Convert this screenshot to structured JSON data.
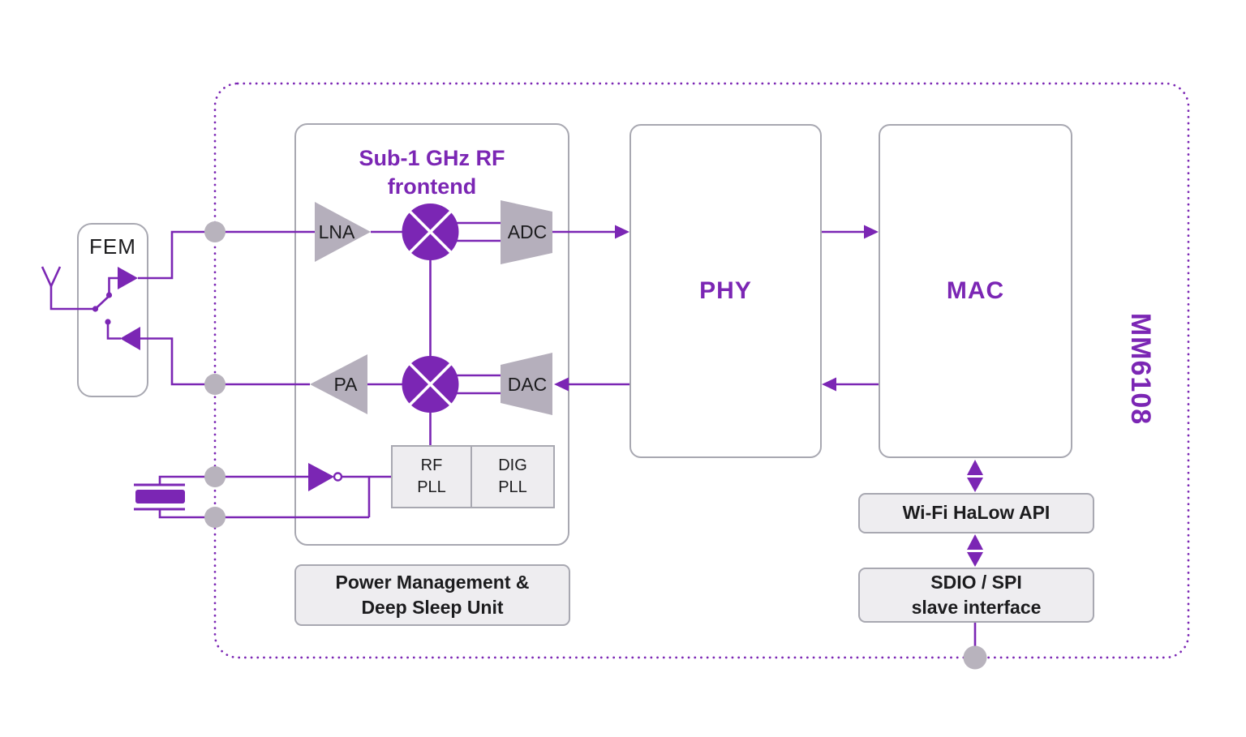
{
  "colors": {
    "purple": "#7b26b4",
    "shapeGray": "#b5afbc",
    "dotGray": "#b8b3bd",
    "borderGray": "#a8a8b1",
    "boxFill": "#eeedf0",
    "textDark": "#1c1c1e",
    "bg": "#ffffff"
  },
  "chip": {
    "name": "MM6108"
  },
  "fem": {
    "label": "FEM"
  },
  "frontend": {
    "title_line1": "Sub-1 GHz RF",
    "title_line2": "frontend",
    "lna": "LNA",
    "adc": "ADC",
    "pa": "PA",
    "dac": "DAC",
    "rf_pll_line1": "RF",
    "rf_pll_line2": "PLL",
    "dig_pll_line1": "DIG",
    "dig_pll_line2": "PLL"
  },
  "phy": {
    "label": "PHY"
  },
  "mac": {
    "label": "MAC"
  },
  "power": {
    "line1": "Power Management &",
    "line2": "Deep Sleep Unit"
  },
  "api": {
    "label": "Wi-Fi HaLow API"
  },
  "sdio": {
    "line1": "SDIO / SPI",
    "line2": "slave interface"
  }
}
